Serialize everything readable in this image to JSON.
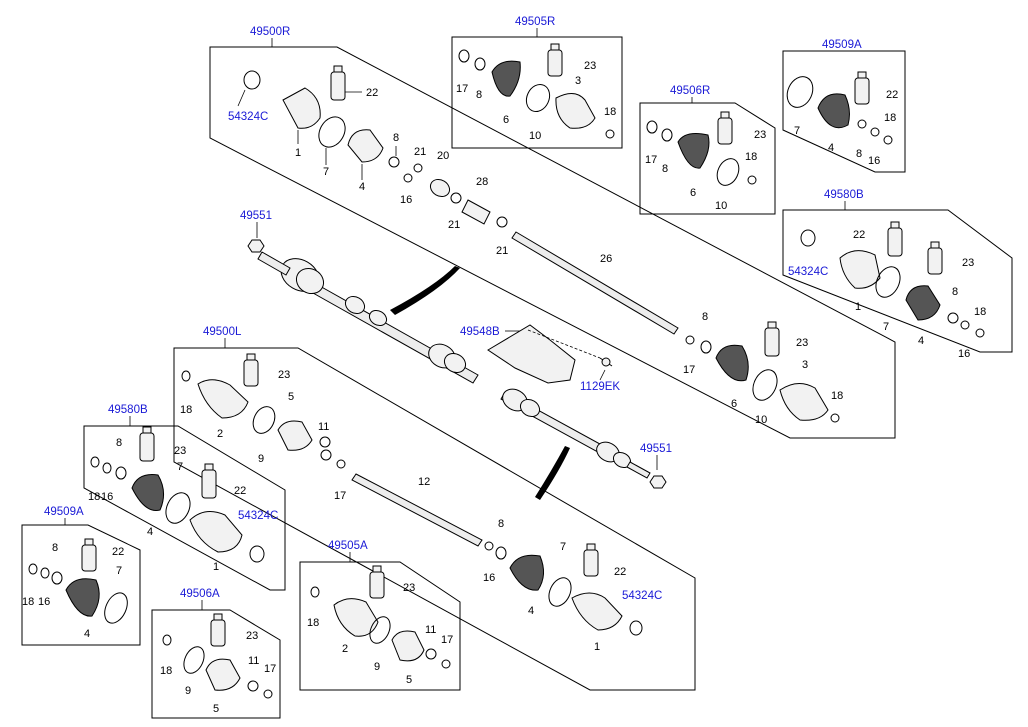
{
  "refs": {
    "r1": "49500R",
    "r2": "49505R",
    "r3": "49509A",
    "r4": "49506R",
    "r5": "49580B",
    "r6": "49551",
    "r7": "49548B",
    "r8": "1129EK",
    "r9": "49500L",
    "r10": "49580B",
    "r11": "49551",
    "r12": "49509A",
    "r13": "49505A",
    "r14": "49506A",
    "c1": "54324C",
    "c2": "54324C",
    "c3": "54324C",
    "c4": "54324C"
  },
  "labels": {
    "a1": "22",
    "a2": "1",
    "a3": "7",
    "a4": "8",
    "a5": "4",
    "a6": "21",
    "a7": "20",
    "a8": "16",
    "a9": "28",
    "a10": "21",
    "a11": "21",
    "b1": "17",
    "b2": "8",
    "b3": "23",
    "b4": "3",
    "b5": "6",
    "b6": "10",
    "b7": "18",
    "c1": "22",
    "c2": "7",
    "c3": "18",
    "c4": "4",
    "c5": "8",
    "c6": "16",
    "d1": "17",
    "d2": "8",
    "d3": "23",
    "d4": "6",
    "d5": "10",
    "d6": "18",
    "e1": "22",
    "e2": "23",
    "e3": "8",
    "e4": "18",
    "e5": "1",
    "e6": "7",
    "e7": "4",
    "e8": "16",
    "f1": "26",
    "f2": "8",
    "f3": "17",
    "f4": "23",
    "f5": "3",
    "f6": "6",
    "f7": "10",
    "f8": "18",
    "g1": "23",
    "g2": "18",
    "g3": "2",
    "g4": "5",
    "g5": "9",
    "g6": "11",
    "g7": "17",
    "g8": "12",
    "g9": "8",
    "g10": "16",
    "g11": "7",
    "g12": "22",
    "g13": "4",
    "g14": "1",
    "h1": "8",
    "h2": "23",
    "h3": "18",
    "h4": "16",
    "h5": "7",
    "h6": "22",
    "h7": "4",
    "h8": "1",
    "i1": "8",
    "i2": "22",
    "i3": "18",
    "i4": "16",
    "i5": "7",
    "i6": "4",
    "j1": "23",
    "j2": "18",
    "j3": "2",
    "j4": "9",
    "j5": "11",
    "j6": "17",
    "j7": "5",
    "k1": "23",
    "k2": "18",
    "k3": "9",
    "k4": "11",
    "k5": "17",
    "k6": "5"
  }
}
